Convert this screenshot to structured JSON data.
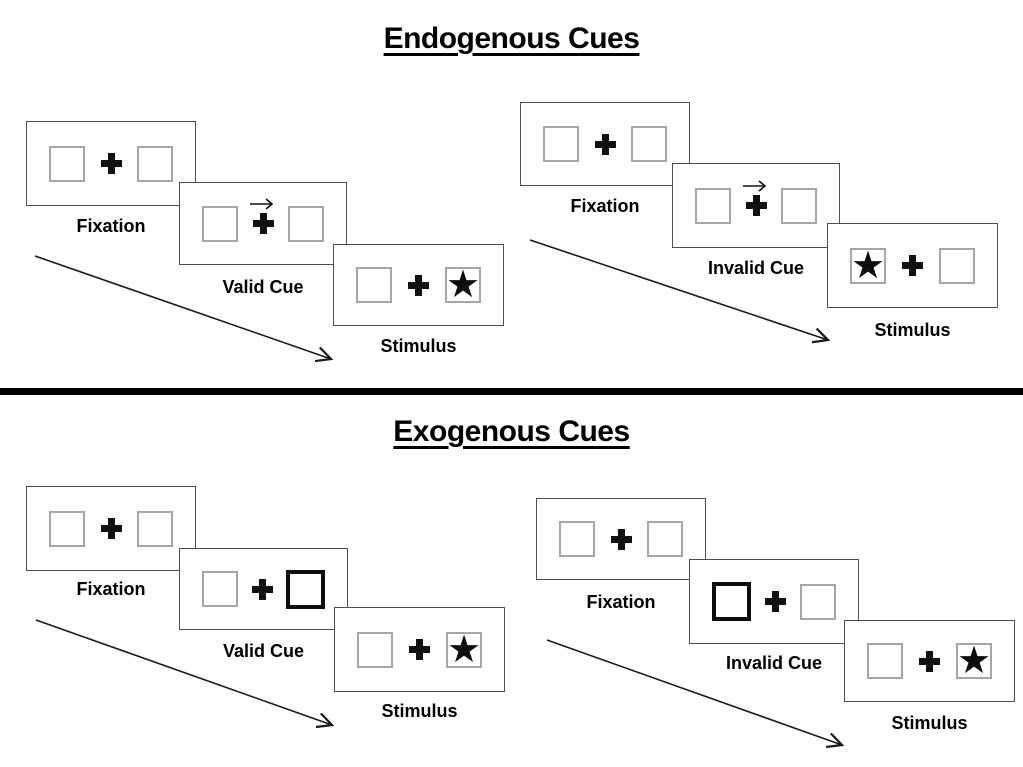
{
  "glyphs": {
    "star": "★"
  },
  "colors": {
    "ink": "#000000",
    "panel_border": "#4f4f4f",
    "placeholder_border": "#a6a6a6",
    "cue_highlight_border": "#0d0d0d"
  },
  "sections": [
    {
      "title": "Endogenous Cues",
      "groups": [
        {
          "condition": "valid",
          "steps": [
            {
              "label": "Fixation",
              "left": "square",
              "center": "plus",
              "right": "square",
              "cue_arrow": false
            },
            {
              "label": "Valid Cue",
              "left": "square",
              "center": "plus",
              "right": "square",
              "cue_arrow": true
            },
            {
              "label": "Stimulus",
              "left": "square",
              "center": "plus",
              "right": "star",
              "cue_arrow": false
            }
          ]
        },
        {
          "condition": "invalid",
          "steps": [
            {
              "label": "Fixation",
              "left": "square",
              "center": "plus",
              "right": "square",
              "cue_arrow": false
            },
            {
              "label": "Invalid Cue",
              "left": "square",
              "center": "plus",
              "right": "square",
              "cue_arrow": true
            },
            {
              "label": "Stimulus",
              "left": "star",
              "center": "plus",
              "right": "square",
              "cue_arrow": false
            }
          ]
        }
      ]
    },
    {
      "title": "Exogenous Cues",
      "groups": [
        {
          "condition": "valid",
          "steps": [
            {
              "label": "Fixation",
              "left": "square",
              "center": "plus",
              "right": "square",
              "cue_arrow": false
            },
            {
              "label": "Valid Cue",
              "left": "square",
              "center": "plus",
              "right": "bold-square",
              "cue_arrow": false
            },
            {
              "label": "Stimulus",
              "left": "square",
              "center": "plus",
              "right": "star",
              "cue_arrow": false
            }
          ]
        },
        {
          "condition": "invalid",
          "steps": [
            {
              "label": "Fixation",
              "left": "square",
              "center": "plus",
              "right": "square",
              "cue_arrow": false
            },
            {
              "label": "Invalid Cue",
              "left": "bold-square",
              "center": "plus",
              "right": "square",
              "cue_arrow": false
            },
            {
              "label": "Stimulus",
              "left": "square",
              "center": "plus",
              "right": "star",
              "cue_arrow": false
            }
          ]
        }
      ]
    }
  ]
}
